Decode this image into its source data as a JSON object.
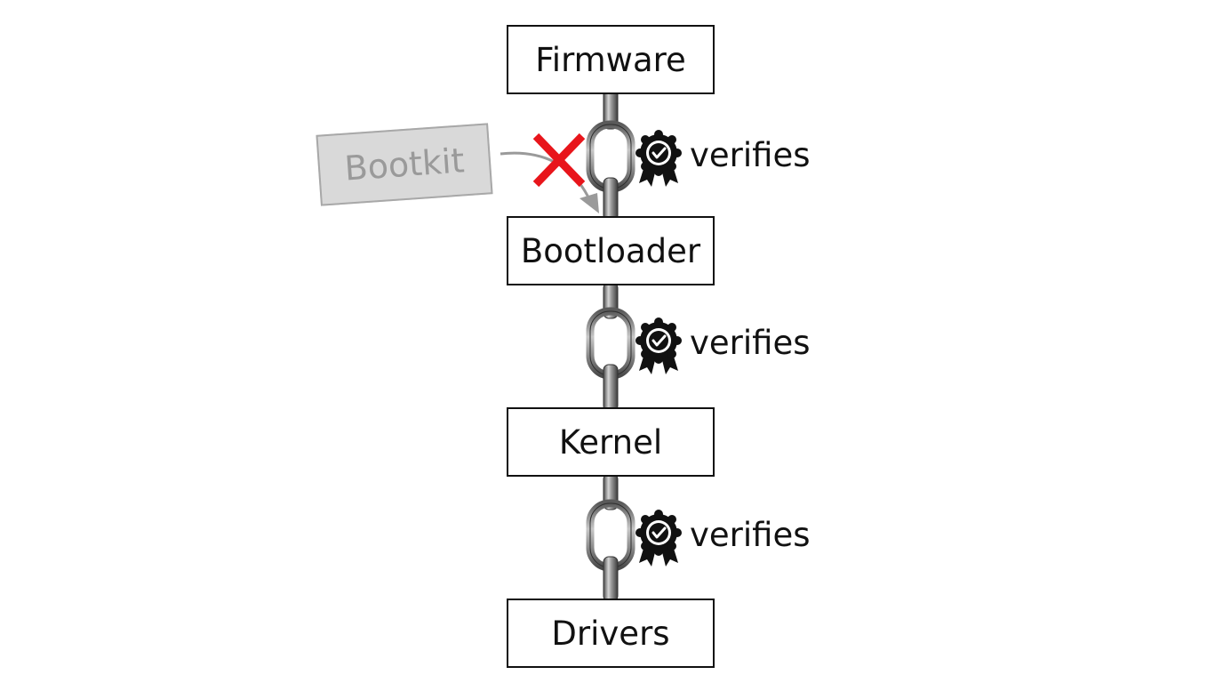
{
  "nodes": [
    {
      "id": "firmware",
      "label": "Firmware"
    },
    {
      "id": "bootloader",
      "label": "Bootloader"
    },
    {
      "id": "kernel",
      "label": "Kernel"
    },
    {
      "id": "drivers",
      "label": "Drivers"
    }
  ],
  "edges": [
    {
      "label": "verifies",
      "icon": "certificate-badge-icon"
    },
    {
      "label": "verifies",
      "icon": "certificate-badge-icon"
    },
    {
      "label": "verifies",
      "icon": "certificate-badge-icon"
    }
  ],
  "attack": {
    "label": "Bootkit",
    "blocked_icon": "red-x-icon"
  },
  "colors": {
    "box_border": "#111111",
    "chain": "#8c8c8c",
    "bootkit_fill": "#d9d9d9",
    "bootkit_text": "#9a9a9a",
    "block_mark": "#e8151b"
  }
}
